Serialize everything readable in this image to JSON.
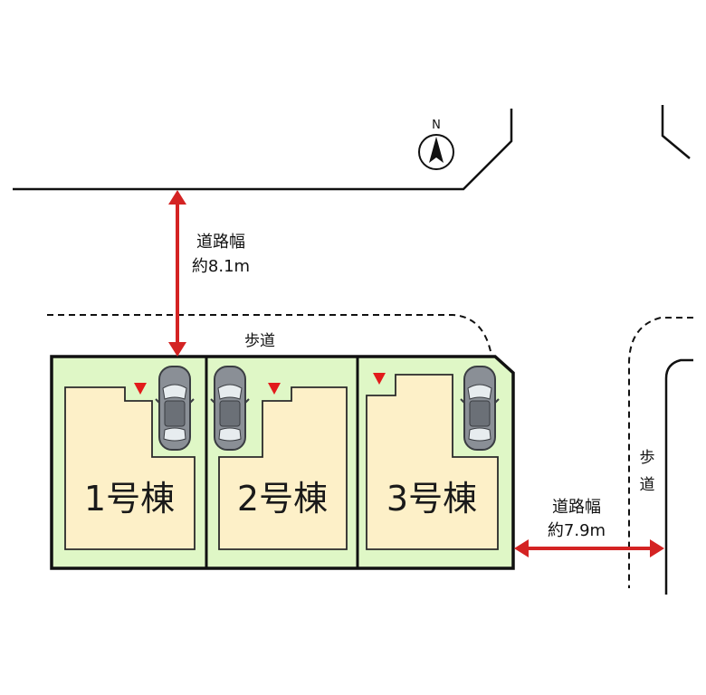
{
  "compass": {
    "label": "N",
    "icon": "north-arrow-icon"
  },
  "road_north": {
    "width_label": "道路幅",
    "width_value": "約8.1m"
  },
  "road_east": {
    "width_label": "道路幅",
    "width_value": "約7.9m"
  },
  "sidewalk_north": {
    "label": "歩道"
  },
  "sidewalk_east": {
    "label_top": "歩",
    "label_bottom": "道"
  },
  "buildings": [
    {
      "label": "1号棟"
    },
    {
      "label": "2号棟"
    },
    {
      "label": "3号棟"
    }
  ],
  "colors": {
    "lot_fill": "#dff7c6",
    "building_fill": "#fdf0c8",
    "arrow": "#d42323",
    "entrance_marker": "#e21b1b",
    "car_body": "#8a8f96"
  }
}
